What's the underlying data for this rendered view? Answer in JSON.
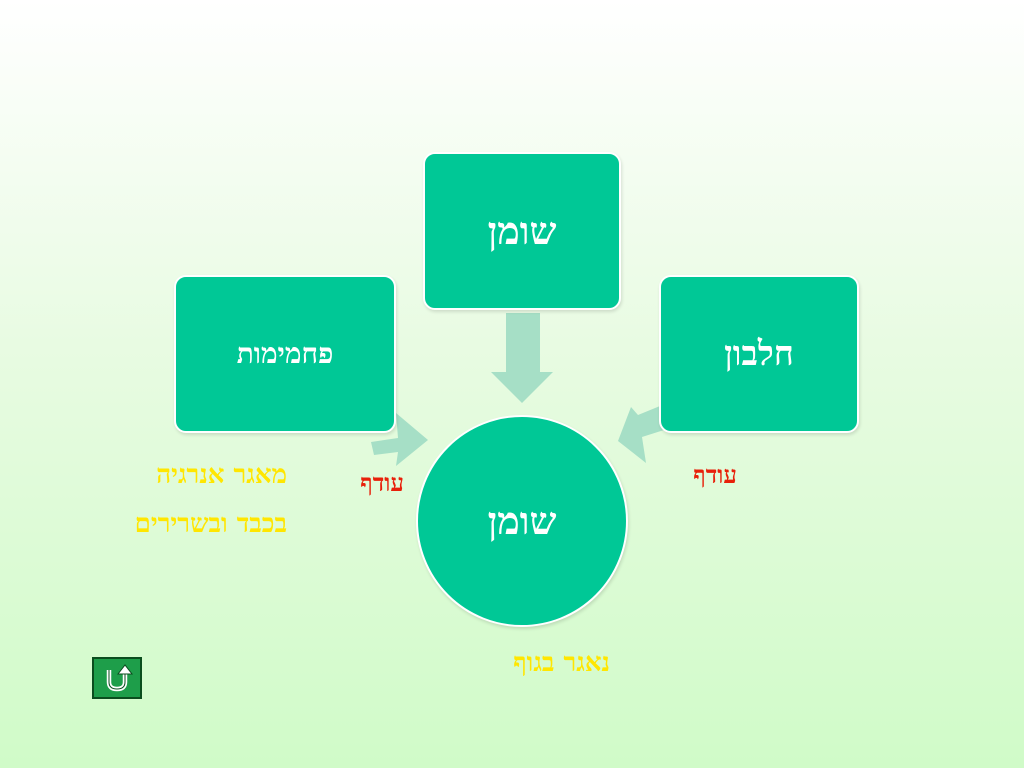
{
  "diagram": {
    "boxes": {
      "top": "שומן",
      "left": "פחמימות",
      "right": "חלבון"
    },
    "center": "שומן",
    "labels": {
      "excess_left": "עודף",
      "excess_right": "עודף",
      "stored_in_body": "נאגר בגוף",
      "energy_line1": "מאגר אנרגיה",
      "energy_line2": "בכבד ובשרירים"
    }
  },
  "navigation": {
    "back_icon": "u-turn-return-icon"
  },
  "colors": {
    "node_fill": "#00c896",
    "arrow_fill": "#a6dfc6",
    "label_yellow": "#ffe600",
    "label_red": "#e8200a",
    "button_fill": "#1e9e4a"
  }
}
